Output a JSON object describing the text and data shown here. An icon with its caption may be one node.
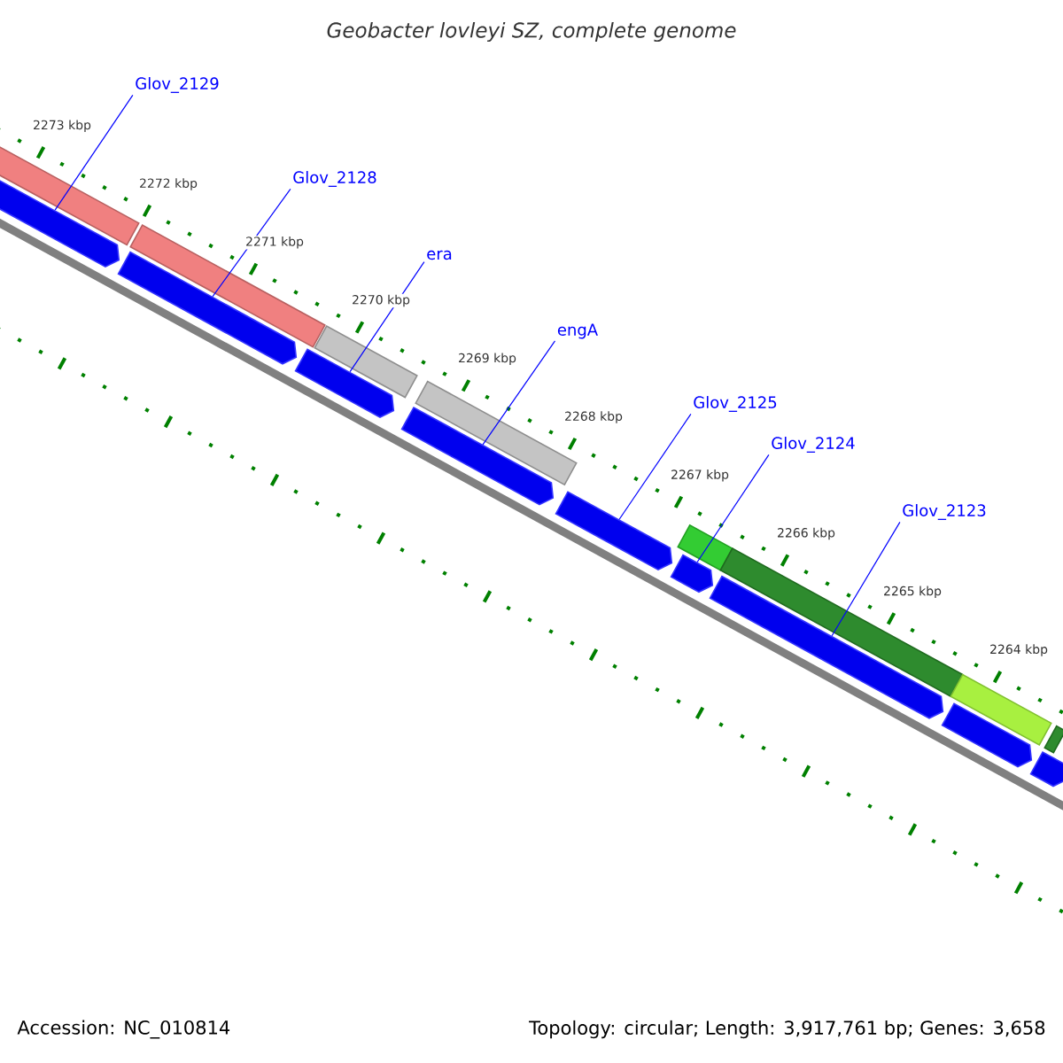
{
  "diagram": {
    "title": "Geobacter lovleyi SZ, complete genome",
    "nodes": [
      {
        "text": [
          "Glov_2129"
        ]
      },
      {
        "text": [
          "Glov_2128"
        ]
      },
      {
        "text": [
          "era"
        ]
      },
      {
        "text": [
          "engA"
        ]
      },
      {
        "text": [
          "Glov_2125"
        ]
      },
      {
        "text": [
          "Glov_2124"
        ]
      },
      {
        "text": [
          "Glov_2123"
        ]
      },
      {
        "text": [],
        "shape": "bar"
      },
      {
        "text": [],
        "shape": "bar"
      },
      {
        "text": [],
        "shape": "bar"
      },
      {
        "text": [],
        "shape": "bar"
      },
      {
        "text": [],
        "shape": "bar"
      },
      {
        "text": [],
        "shape": "bar"
      },
      {
        "text": [],
        "shape": "bar"
      },
      {
        "text": [],
        "shape": "bar"
      },
      {
        "text": [],
        "shape": "pentagon"
      },
      {
        "text": [],
        "shape": "pentagon"
      },
      {
        "text": [],
        "shape": "pentagon"
      },
      {
        "text": [],
        "shape": "pentagon"
      },
      {
        "text": [],
        "shape": "pentagon"
      },
      {
        "text": [],
        "shape": "pentagon"
      },
      {
        "text": [],
        "shape": "pentagon"
      },
      {
        "text": [],
        "shape": "pentagon"
      },
      {
        "text": [],
        "shape": "pentagon"
      }
    ],
    "edges": [
      {
        "from": 0,
        "to": 15,
        "arrow": "none"
      },
      {
        "from": 1,
        "to": 16,
        "arrow": "none"
      },
      {
        "from": 2,
        "to": 17,
        "arrow": "none"
      },
      {
        "from": 3,
        "to": 18,
        "arrow": "none"
      },
      {
        "from": 4,
        "to": 19,
        "arrow": "none"
      },
      {
        "from": 5,
        "to": 20,
        "arrow": "none"
      },
      {
        "from": 6,
        "to": 21,
        "arrow": "none"
      }
    ],
    "labels": [
      "2273 kbp",
      "2272 kbp",
      "2271 kbp",
      "2270 kbp",
      "2269 kbp",
      "2268 kbp",
      "2267 kbp",
      "2266 kbp",
      "2265 kbp",
      "2264 kbp",
      "Accession: NC_010814",
      "Topology: circular; Length: 3,917,761 bp; Genes: 3,658"
    ]
  }
}
